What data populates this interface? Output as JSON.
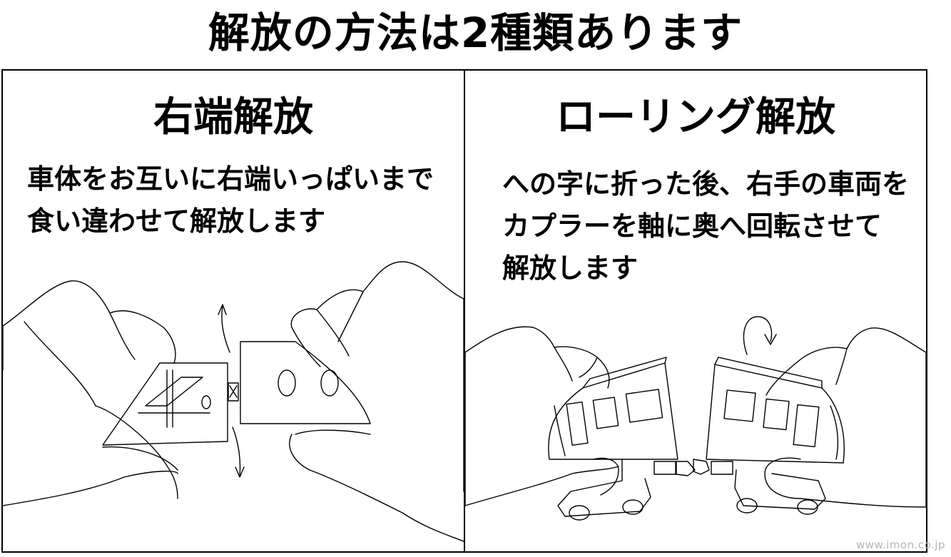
{
  "header": {
    "title": "解放の方法は2種類あります"
  },
  "panels": {
    "right_end": {
      "title": "右端解放",
      "description": "車体をお互いに右端いっぱいまで\n食い違わせて解放します"
    },
    "rolling": {
      "title": "ローリング解放",
      "description": "への字に折った後、右手の車両を\nカプラーを軸に奥へ回転させて\n解放します"
    }
  },
  "watermark": "www.imon.co.jp",
  "colors": {
    "line": "#000000",
    "background": "#ffffff",
    "watermark": "#b5b5b5"
  }
}
